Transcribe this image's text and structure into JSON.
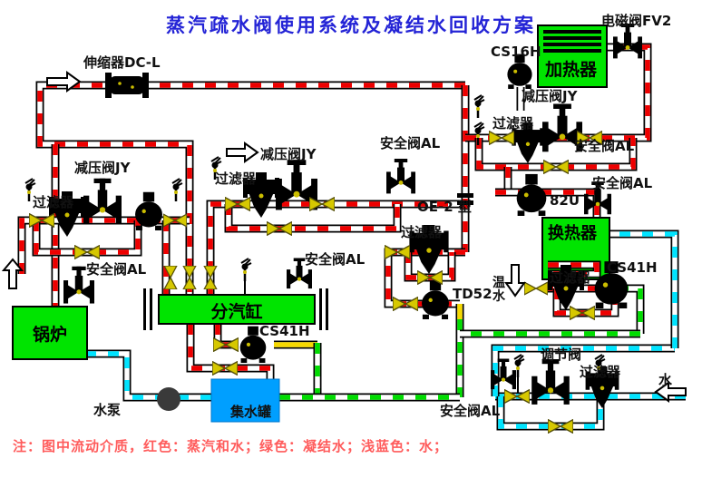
{
  "title": "蒸汽疏水阀使用系统及凝结水回收方案",
  "note": "注：图中流动介质，红色：蒸汽和水；绿色：凝结水；浅蓝色：水；",
  "equipment": {
    "boiler": "锅炉",
    "distributor": "分汽缸",
    "tank": "集水罐",
    "heater": "加热器",
    "heat_exchanger": "换热器",
    "pump": "水泵"
  },
  "labels": {
    "expansion_joint": "伸缩器DC-L",
    "jy_left": "减压阀JY",
    "jy_mid": "减压阀JY",
    "jy_right": "减压阀JY",
    "filter_left": "过滤器",
    "filter_mid_left": "过滤器",
    "filter_mid": "过滤器",
    "filter_right": "过滤器",
    "filter_hx": "过滤器",
    "filter_bottom_right": "过滤器",
    "al_left": "安全阀AL",
    "al_center": "安全阀AL",
    "al_mid_top": "安全阀AL",
    "al_right1": "安全阀AL",
    "al_right2": "安全阀AL",
    "al_bottom": "安全阀AL",
    "cs41h_center": "CS41H",
    "cs41h_right": "CS41H",
    "cs16h": "CS16H",
    "solenoid_valve": "电磁阀FV2",
    "u82": "82U",
    "td52": "TD52",
    "oe2": "OE-2 型",
    "regulating_valve": "调节阀",
    "water_inlet": "水",
    "warm_water": "温水"
  },
  "colors": {
    "steam": "#ee0000",
    "condensate": "#00dd00",
    "water": "#00e4ff",
    "seg": "#f5d800",
    "equip": "#00e400",
    "tank": "#009fff",
    "title": "#2424d6",
    "note": "#ff5c5c"
  }
}
